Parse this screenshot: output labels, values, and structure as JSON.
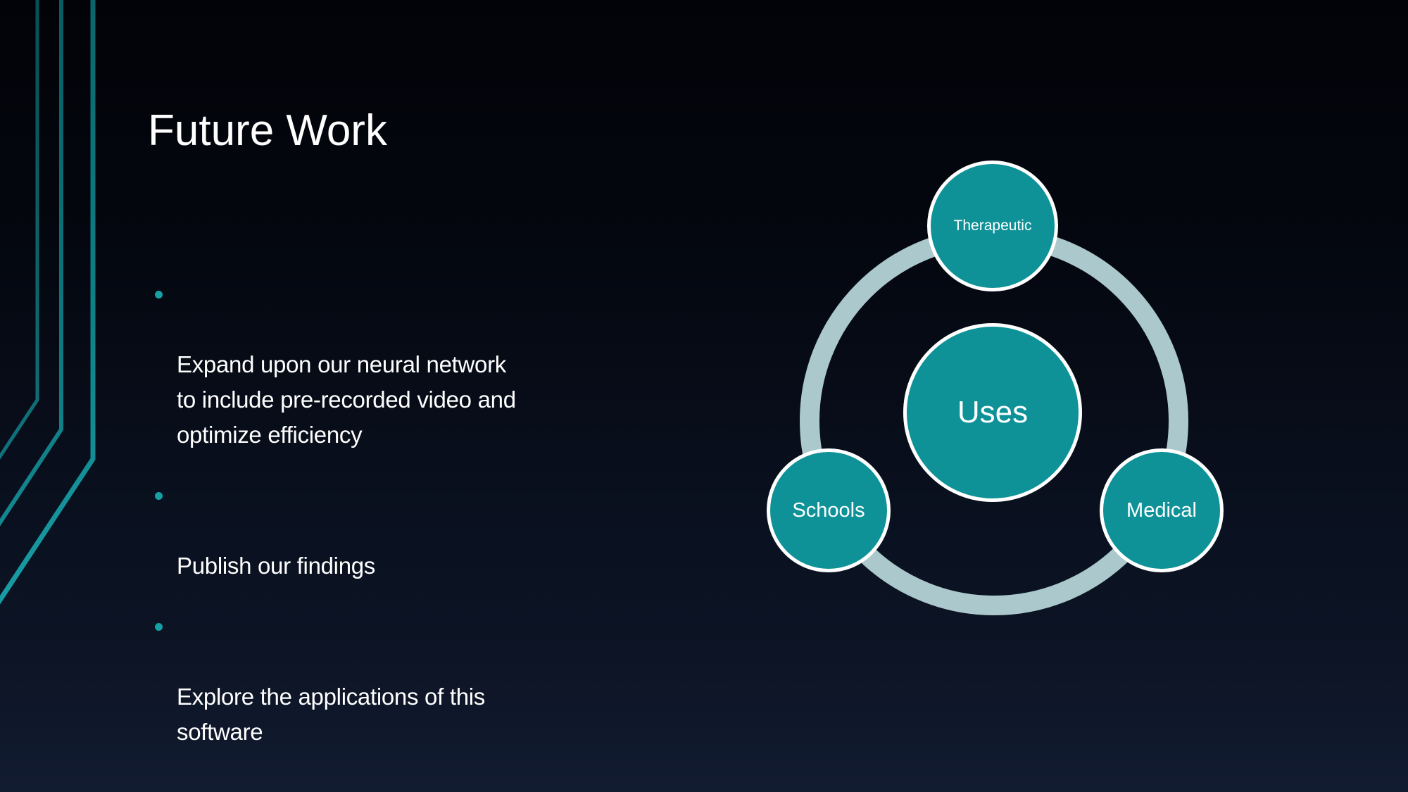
{
  "slide": {
    "title": "Future Work",
    "bullets": [
      {
        "text": "Expand upon our neural network\nto include pre-recorded video and\noptimize efficiency"
      },
      {
        "text": "Publish our findings"
      },
      {
        "text": "Explore the applications of this\nsoftware"
      }
    ]
  },
  "diagram": {
    "center_label": "Uses",
    "satellites": [
      {
        "label": "Therapeutic",
        "position": "top"
      },
      {
        "label": "Schools",
        "position": "bottom-left"
      },
      {
        "label": "Medical",
        "position": "bottom-right"
      }
    ]
  },
  "colors": {
    "accent_teal": "#0E9298",
    "ring_gray_teal": "#ABC8CC",
    "bullet_dot_teal": "#14A0A4",
    "decor_line_teal": "#16989E",
    "text_white": "#FFFFFF",
    "background_top": "#020308",
    "background_bottom": "#121C31"
  }
}
